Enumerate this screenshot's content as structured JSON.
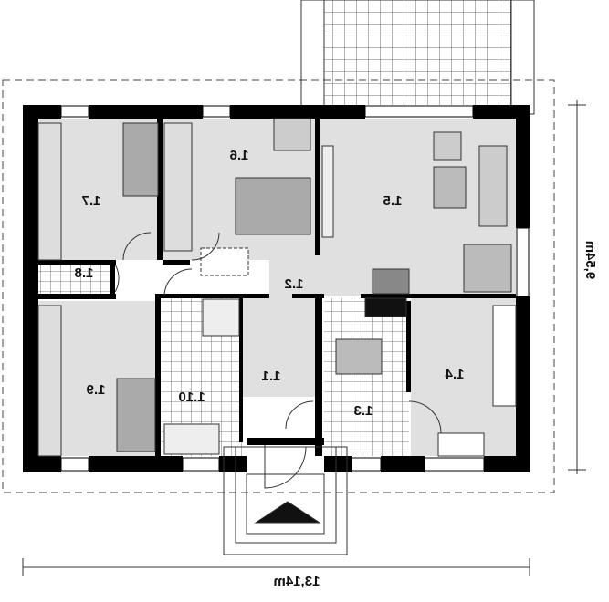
{
  "plan": {
    "rooms": [
      {
        "id": "room-1-7",
        "label": "1.7"
      },
      {
        "id": "room-1-6",
        "label": "1.6"
      },
      {
        "id": "room-1-5",
        "label": "1.5"
      },
      {
        "id": "room-1-2",
        "label": "1.2"
      },
      {
        "id": "room-1-8",
        "label": "1.8"
      },
      {
        "id": "room-1-9",
        "label": "1.9"
      },
      {
        "id": "room-1-10",
        "label": "1.10"
      },
      {
        "id": "room-1-1",
        "label": "1.1"
      },
      {
        "id": "room-1-3",
        "label": "1.3"
      },
      {
        "id": "room-1-4",
        "label": "1.4"
      }
    ],
    "dimensions": {
      "width": "13,14m",
      "depth": "9,54m"
    },
    "colors": {
      "wall": "#000000",
      "room_fill": "#e0e0e0",
      "floor": "#ffffff",
      "grid": "#555555"
    }
  }
}
